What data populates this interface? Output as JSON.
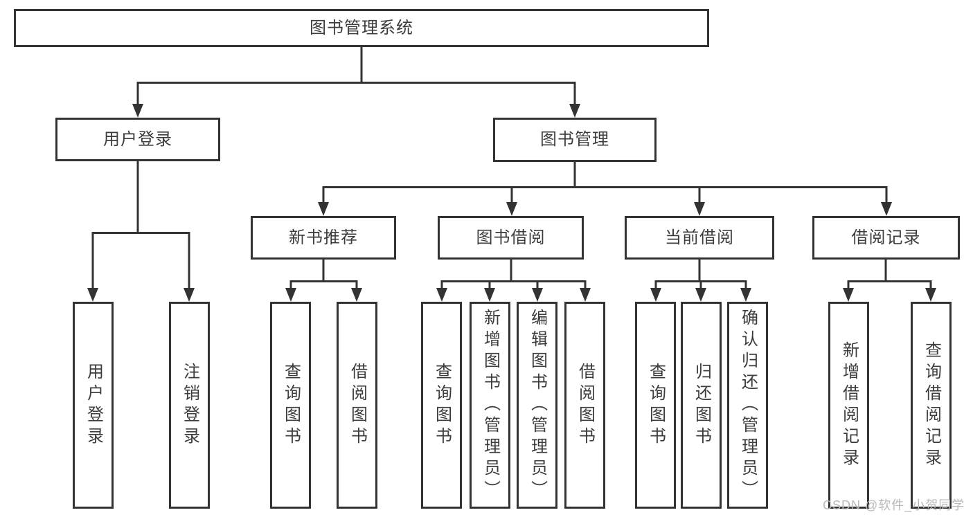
{
  "tree": {
    "label": "图书管理系统",
    "children": [
      {
        "label": "用户登录",
        "children": [
          {
            "label": "用户登录"
          },
          {
            "label": "注销登录"
          }
        ]
      },
      {
        "label": "图书管理",
        "children": [
          {
            "label": "新书推荐",
            "children": [
              {
                "label": "查询图书"
              },
              {
                "label": "借阅图书"
              }
            ]
          },
          {
            "label": "图书借阅",
            "children": [
              {
                "label": "查询图书"
              },
              {
                "label": "新增图书（管理员）"
              },
              {
                "label": "编辑图书（管理员）"
              },
              {
                "label": "借阅图书"
              }
            ]
          },
          {
            "label": "当前借阅",
            "children": [
              {
                "label": "查询图书"
              },
              {
                "label": "归还图书"
              },
              {
                "label": "确认归还（管理员）"
              }
            ]
          },
          {
            "label": "借阅记录",
            "children": [
              {
                "label": "新增借阅记录"
              },
              {
                "label": "查询借阅记录"
              }
            ]
          }
        ]
      }
    ]
  },
  "watermark": {
    "text": "CSDN @软件_小贺同学"
  },
  "colors": {
    "line": "#333333",
    "box_border": "#333333",
    "box_fill": "#ffffff",
    "text": "#3c3c3c",
    "watermark": "#b9b9b9"
  }
}
